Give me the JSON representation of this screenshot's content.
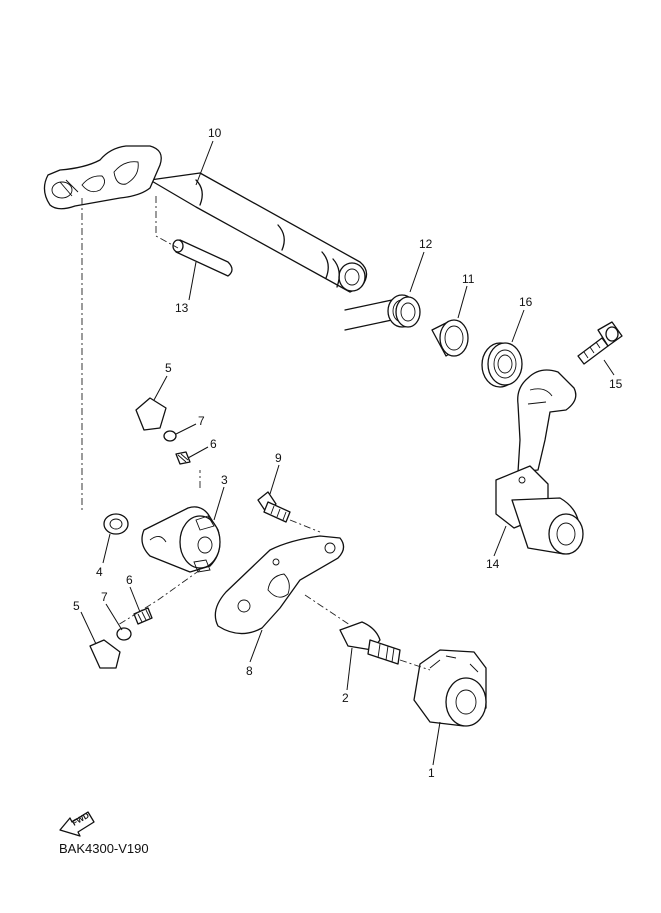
{
  "diagram_code": "BAK4300-V190",
  "fwd_label": "FWD",
  "callouts": [
    {
      "id": "c10",
      "label": "10"
    },
    {
      "id": "c12",
      "label": "12"
    },
    {
      "id": "c11",
      "label": "11"
    },
    {
      "id": "c16",
      "label": "16"
    },
    {
      "id": "c15",
      "label": "15"
    },
    {
      "id": "c13",
      "label": "13"
    },
    {
      "id": "c5a",
      "label": "5"
    },
    {
      "id": "c7a",
      "label": "7"
    },
    {
      "id": "c6a",
      "label": "6"
    },
    {
      "id": "c3",
      "label": "3"
    },
    {
      "id": "c9",
      "label": "9"
    },
    {
      "id": "c4",
      "label": "4"
    },
    {
      "id": "c6b",
      "label": "6"
    },
    {
      "id": "c7b",
      "label": "7"
    },
    {
      "id": "c5b",
      "label": "5"
    },
    {
      "id": "c8",
      "label": "8"
    },
    {
      "id": "c2",
      "label": "2"
    },
    {
      "id": "c14",
      "label": "14"
    },
    {
      "id": "c1",
      "label": "1"
    }
  ]
}
